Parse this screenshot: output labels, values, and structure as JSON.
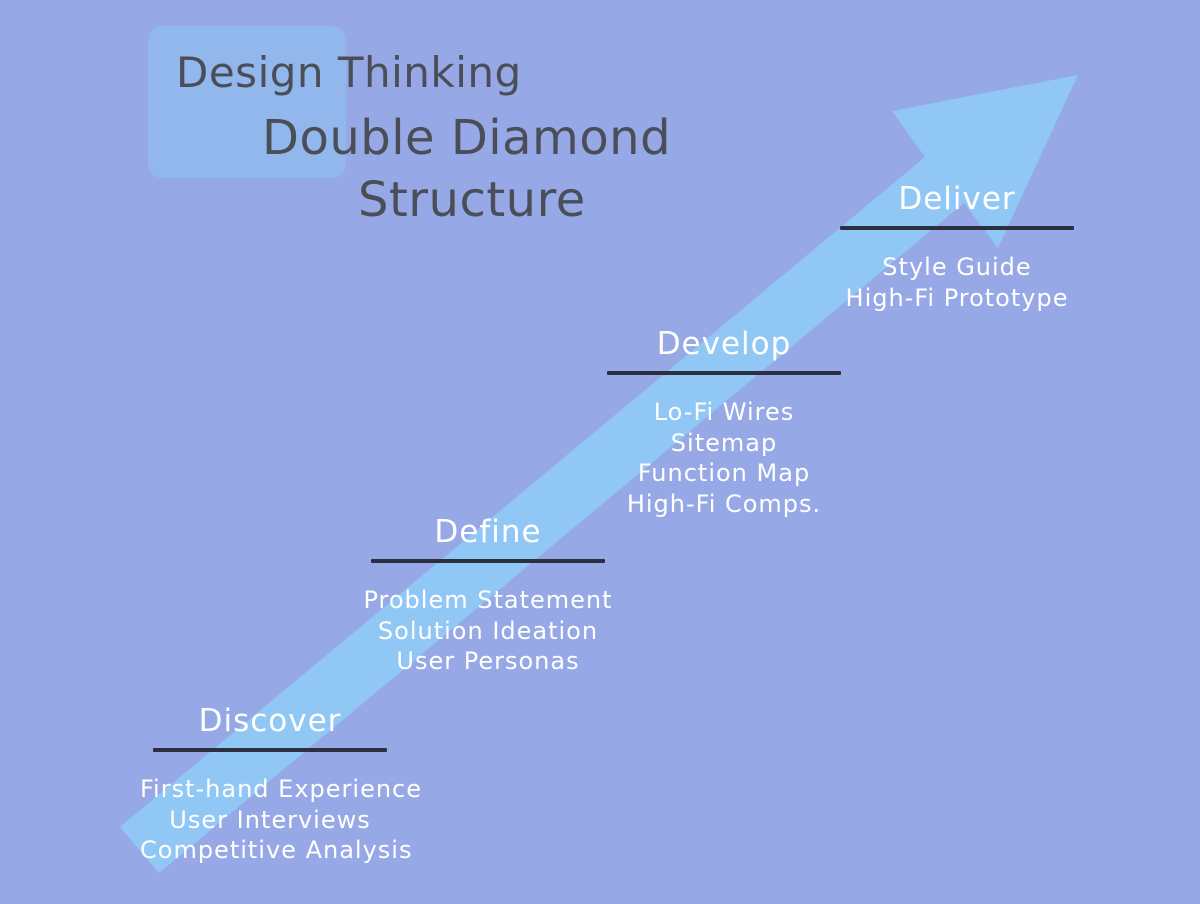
{
  "title": {
    "line1": "Design Thinking",
    "line2": "Double Diamond",
    "line3": "Structure"
  },
  "colors": {
    "background": "#96a8e6",
    "arrow": "#8fcaf6",
    "title_text": "#4a4e57",
    "stage_text": "#ffffff",
    "underline": "#2b2f3f"
  },
  "stages": [
    {
      "title": "Discover",
      "items": [
        "First-hand Experience",
        "User Interviews",
        "Competitive Analysis"
      ]
    },
    {
      "title": "Define",
      "items": [
        "Problem Statement",
        "Solution Ideation",
        "User Personas"
      ]
    },
    {
      "title": "Develop",
      "items": [
        "Lo-Fi Wires",
        "Sitemap",
        "Function Map",
        "High-Fi Comps."
      ]
    },
    {
      "title": "Deliver",
      "items": [
        "Style Guide",
        "High-Fi Prototype"
      ]
    }
  ]
}
